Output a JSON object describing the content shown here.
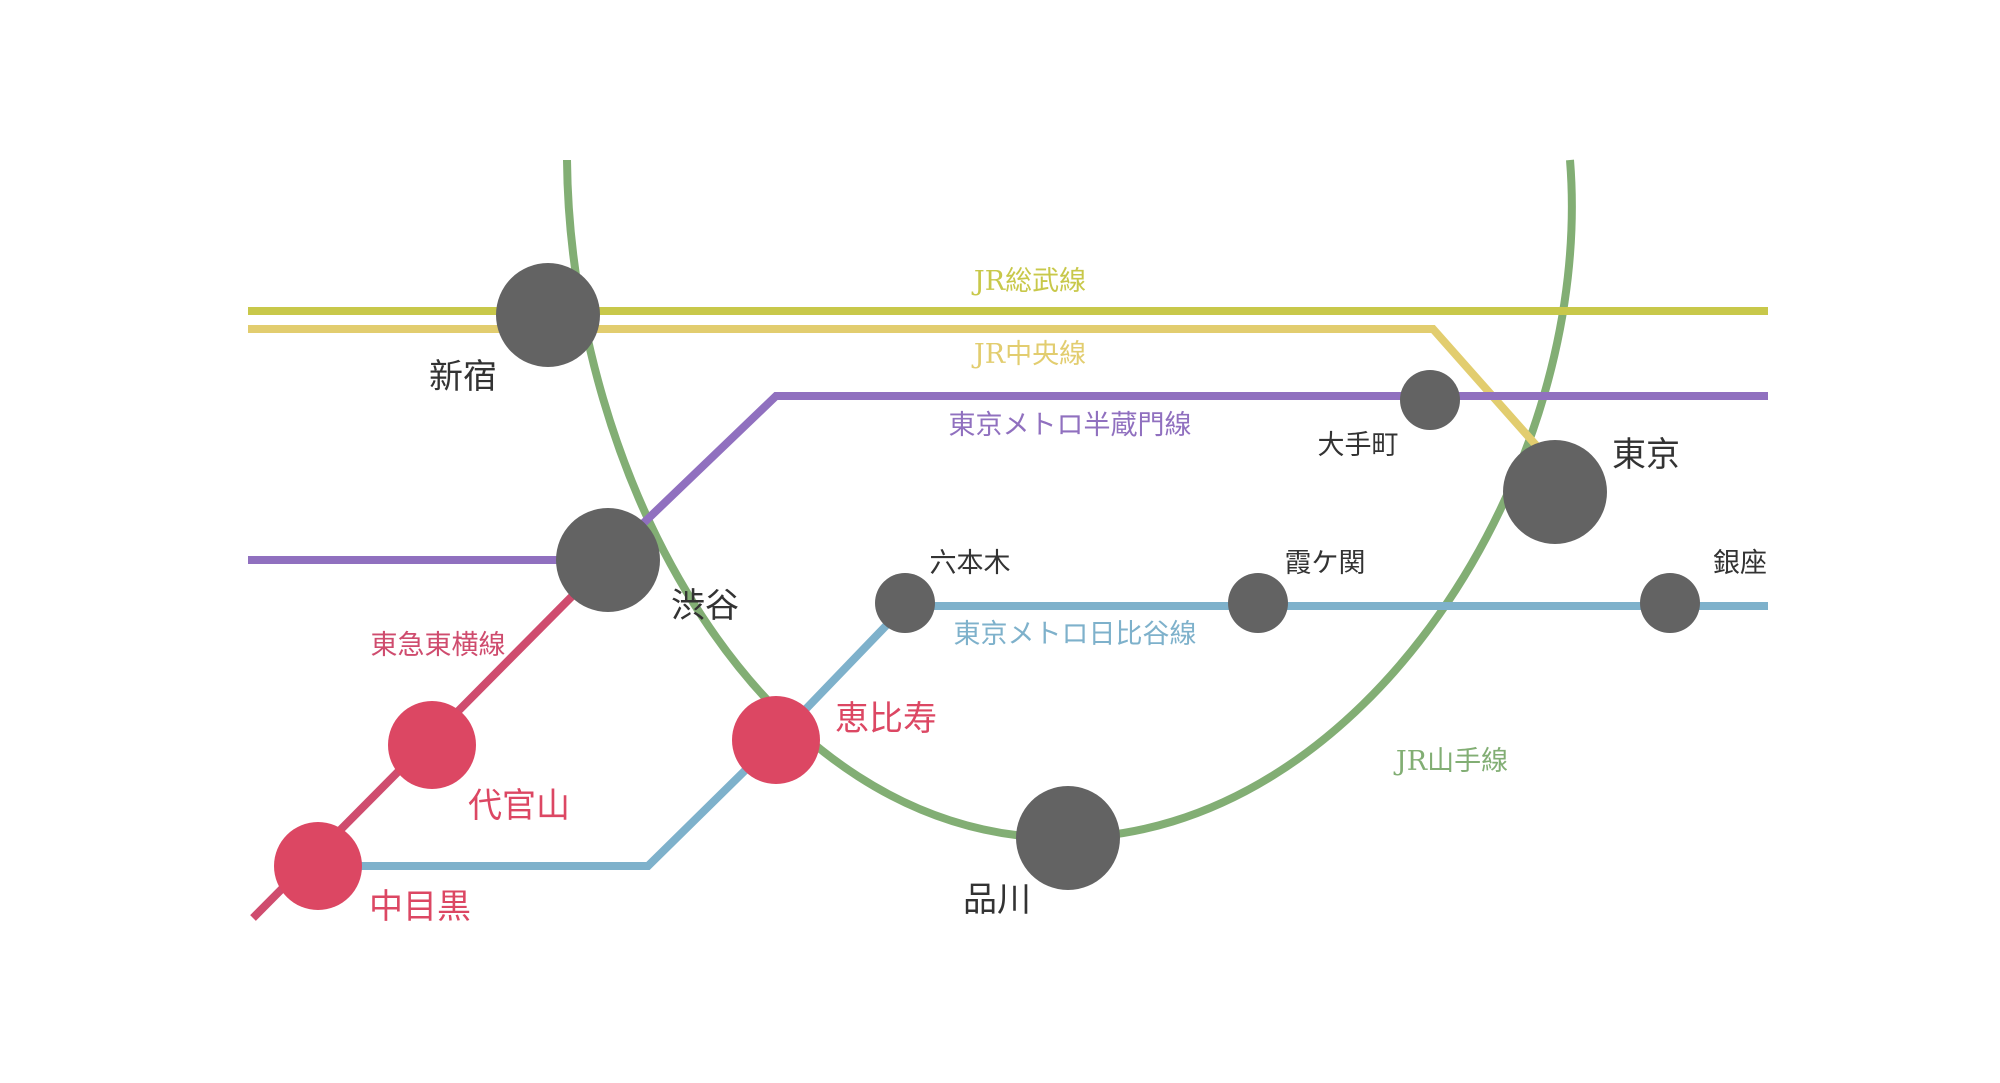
{
  "colors": {
    "background": "#ffffff",
    "station_major": "#636363",
    "station_highlight": "#dc4763",
    "label_dark": "#333333",
    "label_highlight": "#dc4763"
  },
  "lines": {
    "sobu": {
      "name": "JR総武線",
      "color": "#c8c84a"
    },
    "chuo": {
      "name": "JR中央線",
      "color": "#e2cd6f"
    },
    "hanzomon": {
      "name": "東京メトロ半蔵門線",
      "color": "#9070bf"
    },
    "hibiya": {
      "name": "東京メトロ日比谷線",
      "color": "#7eb1cb"
    },
    "toyoko": {
      "name": "東急東横線",
      "color": "#cf4c6e"
    },
    "yamanote": {
      "name": "JR山手線",
      "color": "#82ae74"
    }
  },
  "stations": {
    "shinjuku": {
      "name": "新宿"
    },
    "shibuya": {
      "name": "渋谷"
    },
    "tokyo": {
      "name": "東京"
    },
    "shinagawa": {
      "name": "品川"
    },
    "otemachi": {
      "name": "大手町"
    },
    "roppongi": {
      "name": "六本木"
    },
    "kasumigaseki": {
      "name": "霞ケ関"
    },
    "ginza": {
      "name": "銀座"
    },
    "ebisu": {
      "name": "恵比寿"
    },
    "daikanyama": {
      "name": "代官山"
    },
    "nakameguro": {
      "name": "中目黒"
    }
  }
}
